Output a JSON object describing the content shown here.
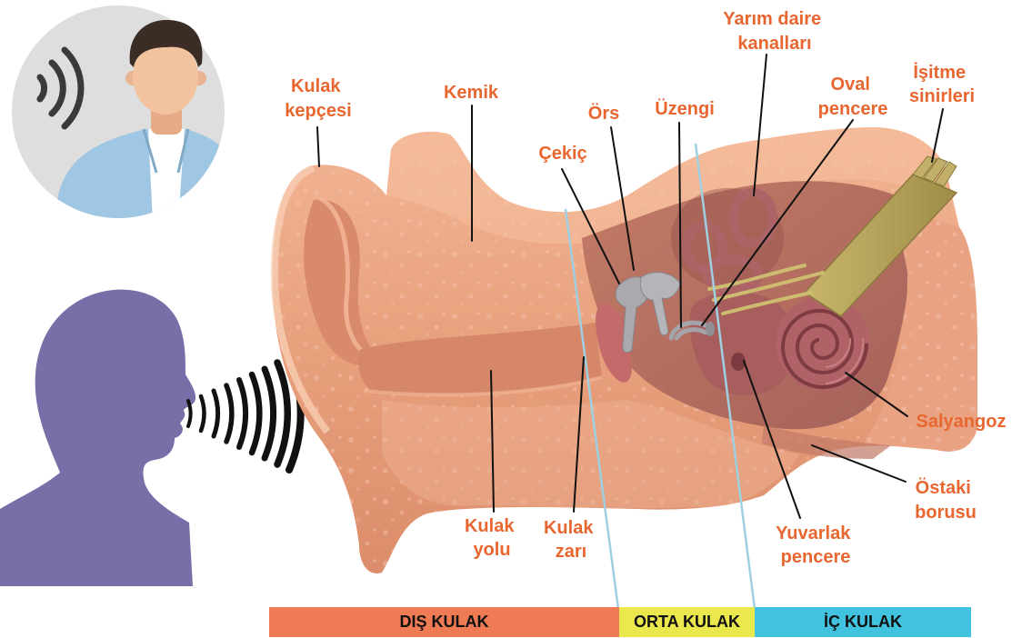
{
  "labels": {
    "kulak_kepcesi": [
      "Kulak",
      "kepçesi"
    ],
    "kemik": "Kemik",
    "ors": "Örs",
    "uzengi": "Üzengi",
    "yarim_daire_kanallari": [
      "Yarım daire",
      "kanalları"
    ],
    "oval_pencere": [
      "Oval",
      "pencere"
    ],
    "isitme_sinirleri": [
      "İşitme",
      "sinirleri"
    ],
    "cekic": "Çekiç",
    "salyangoz": "Salyangoz",
    "ostaki_borusu": [
      "Östaki",
      "borusu"
    ],
    "yuvarlak_pencere": [
      "Yuvarlak",
      "pencere"
    ],
    "kulak_yolu": [
      "Kulak",
      "yolu"
    ],
    "kulak_zari": [
      "Kulak",
      "zarı"
    ]
  },
  "sections": [
    {
      "label": "DIŞ KULAK",
      "color": "#ee7b54"
    },
    {
      "label": "ORTA KULAK",
      "color": "#ebe84d"
    },
    {
      "label": "İÇ KULAK",
      "color": "#41c2df"
    }
  ],
  "colors": {
    "label_text": "#e8662f",
    "divider_lines": "#9fd0e2"
  },
  "icons": [
    "listener-icon",
    "speaking-person-icon",
    "sound-waves-icon"
  ]
}
